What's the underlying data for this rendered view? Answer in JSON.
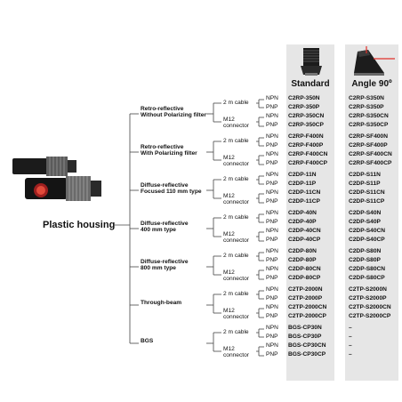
{
  "columns": {
    "standard": "Standard",
    "angle": "Angle 90º"
  },
  "title": "Plastic housing",
  "families": [
    {
      "name_lines": [
        "Retro-reflective",
        "Without Polarizing filter"
      ],
      "cable": {
        "label": "2 m cable",
        "npn_label": "NPN",
        "npn_std": "C2RP-350N",
        "npn_ang": "C2RP-S350N",
        "pnp_label": "PNP",
        "pnp_std": "C2RP-350P",
        "pnp_ang": "C2RP-S350P"
      },
      "m12": {
        "label_lines": [
          "M12",
          "connector"
        ],
        "npn_label": "NPN",
        "npn_std": "C2RP-350CN",
        "npn_ang": "C2RP-S350CN",
        "pnp_label": "PNP",
        "pnp_std": "C2RP-350CP",
        "pnp_ang": "C2RP-S350CP"
      }
    },
    {
      "name_lines": [
        "Retro-reflective",
        "With Polarizing filter"
      ],
      "cable": {
        "label": "2 m cable",
        "npn_label": "NPN",
        "npn_std": "C2RP-F400N",
        "npn_ang": "C2RP-SF400N",
        "pnp_label": "PNP",
        "pnp_std": "C2RP-F400P",
        "pnp_ang": "C2RP-SF400P"
      },
      "m12": {
        "label_lines": [
          "M12",
          "connector"
        ],
        "npn_label": "NPN",
        "npn_std": "C2RP-F400CN",
        "npn_ang": "C2RP-SF400CN",
        "pnp_label": "PNP",
        "pnp_std": "C2RP-F400CP",
        "pnp_ang": "C2RP-SF400CP"
      }
    },
    {
      "name_lines": [
        "Diffuse-reflective",
        "Focused 110 mm type"
      ],
      "cable": {
        "label": "2 m cable",
        "npn_label": "NPN",
        "npn_std": "C2DP-11N",
        "npn_ang": "C2DP-S11N",
        "pnp_label": "PNP",
        "pnp_std": "C2DP-11P",
        "pnp_ang": "C2DP-S11P"
      },
      "m12": {
        "label_lines": [
          "M12",
          "connector"
        ],
        "npn_label": "NPN",
        "npn_std": "C2DP-11CN",
        "npn_ang": "C2DP-S11CN",
        "pnp_label": "PNP",
        "pnp_std": "C2DP-11CP",
        "pnp_ang": "C2DP-S11CP"
      }
    },
    {
      "name_lines": [
        "Diffuse-reflective",
        "400 mm type"
      ],
      "cable": {
        "label": "2 m cable",
        "npn_label": "NPN",
        "npn_std": "C2DP-40N",
        "npn_ang": "C2DP-S40N",
        "pnp_label": "PNP",
        "pnp_std": "C2DP-40P",
        "pnp_ang": "C2DP-S40P"
      },
      "m12": {
        "label_lines": [
          "M12",
          "connector"
        ],
        "npn_label": "NPN",
        "npn_std": "C2DP-40CN",
        "npn_ang": "C2DP-S40CN",
        "pnp_label": "PNP",
        "pnp_std": "C2DP-40CP",
        "pnp_ang": "C2DP-S40CP"
      }
    },
    {
      "name_lines": [
        "Diffuse-reflective",
        "800 mm type"
      ],
      "cable": {
        "label": "2 m cable",
        "npn_label": "NPN",
        "npn_std": "C2DP-80N",
        "npn_ang": "C2DP-S80N",
        "pnp_label": "PNP",
        "pnp_std": "C2DP-80P",
        "pnp_ang": "C2DP-S80P"
      },
      "m12": {
        "label_lines": [
          "M12",
          "connector"
        ],
        "npn_label": "NPN",
        "npn_std": "C2DP-80CN",
        "npn_ang": "C2DP-S80CN",
        "pnp_label": "PNP",
        "pnp_std": "C2DP-80CP",
        "pnp_ang": "C2DP-S80CP"
      }
    },
    {
      "name_lines": [
        "Through-beam"
      ],
      "cable": {
        "label": "2 m cable",
        "npn_label": "NPN",
        "npn_std": "C2TP-2000N",
        "npn_ang": "C2TP-S2000N",
        "pnp_label": "PNP",
        "pnp_std": "C2TP-2000P",
        "pnp_ang": "C2TP-S2000P"
      },
      "m12": {
        "label_lines": [
          "M12",
          "connector"
        ],
        "npn_label": "NPN",
        "npn_std": "C2TP-2000CN",
        "npn_ang": "C2TP-S2000CN",
        "pnp_label": "PNP",
        "pnp_std": "C2TP-2000CP",
        "pnp_ang": "C2TP-S2000CP"
      }
    },
    {
      "name_lines": [
        "BGS"
      ],
      "cable": {
        "label": "2 m cable",
        "npn_label": "NPN",
        "npn_std": "BGS-CP30N",
        "npn_ang": "–",
        "pnp_label": "PNP",
        "pnp_std": "BGS-CP30P",
        "pnp_ang": "–"
      },
      "m12": {
        "label_lines": [
          "M12",
          "connector"
        ],
        "npn_label": "NPN",
        "npn_std": "BGS-CP30CN",
        "npn_ang": "–",
        "pnp_label": "PNP",
        "pnp_std": "BGS-CP30CP",
        "pnp_ang": "–"
      }
    }
  ]
}
